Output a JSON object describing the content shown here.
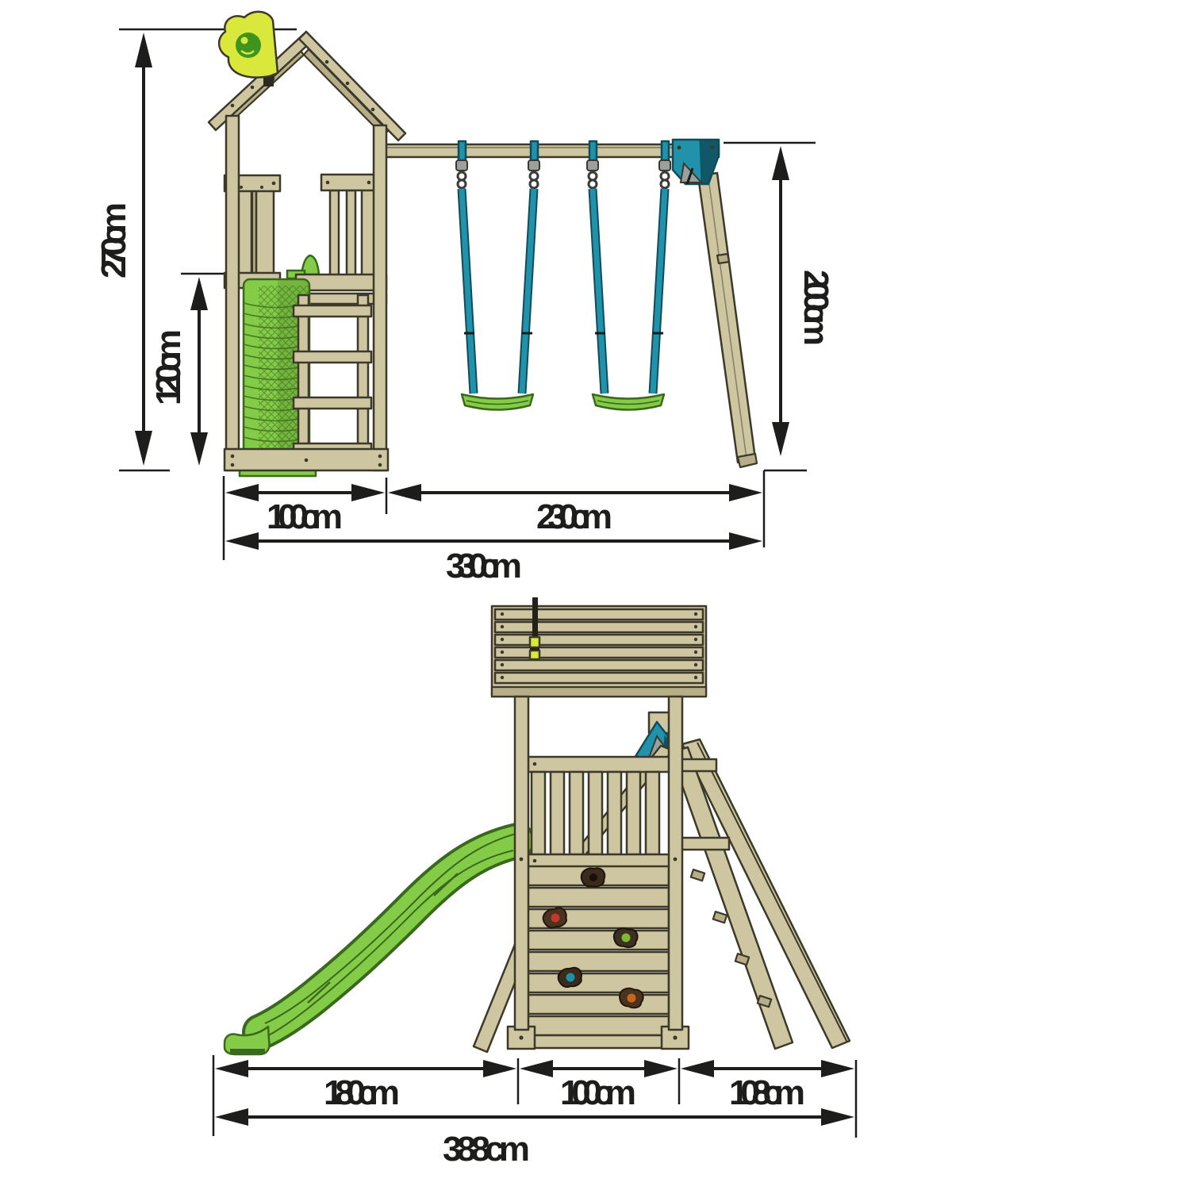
{
  "diagram": {
    "side_view": {
      "dims": {
        "total_height": "270cm",
        "platform_height": "120cm",
        "swing_height": "200cm",
        "tower_width": "100cm",
        "swing_width": "230cm",
        "total_width": "330cm"
      }
    },
    "front_view": {
      "dims": {
        "slide_width": "180cm",
        "tower_width": "100cm",
        "swing_frame_width": "108cm",
        "total_width": "388cm"
      }
    }
  },
  "colors": {
    "wood": "#cdc6a0",
    "wood-shade": "#b6ae86",
    "outline": "#3c392b",
    "green": "#84cb47",
    "green-dark": "#39691c",
    "teal": "#2292ab",
    "teal-dark": "#0e4d5c",
    "flag": "#d9e83b",
    "flag-green": "#3f941f",
    "metal": "#9aa09e",
    "dim": "#1d1d1b",
    "bg": "#ffffff"
  }
}
